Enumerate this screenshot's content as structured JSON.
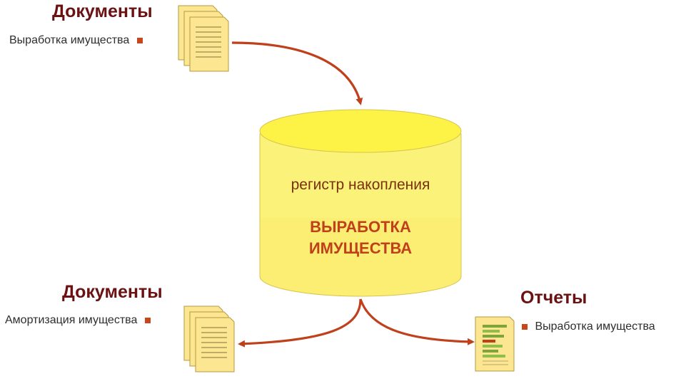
{
  "top_left": {
    "heading": "Документы",
    "item": "Выработка имущества"
  },
  "bottom_left": {
    "heading": "Документы",
    "item": "Амортизация имущества"
  },
  "bottom_right": {
    "heading": "Отчеты",
    "item": "Выработка имущества"
  },
  "register": {
    "subtitle": "регистр накопления",
    "title_line1": "ВЫРАБОТКА",
    "title_line2": "ИМУЩЕСТВА"
  },
  "colors": {
    "heading": "#6a1212",
    "arrow": "#c0401c",
    "cylinder": "#fbee73",
    "cylinder_top": "#fdf246",
    "bullet": "#c8461b"
  },
  "icons": {
    "documents": "document-stack-icon",
    "report": "report-icon"
  }
}
